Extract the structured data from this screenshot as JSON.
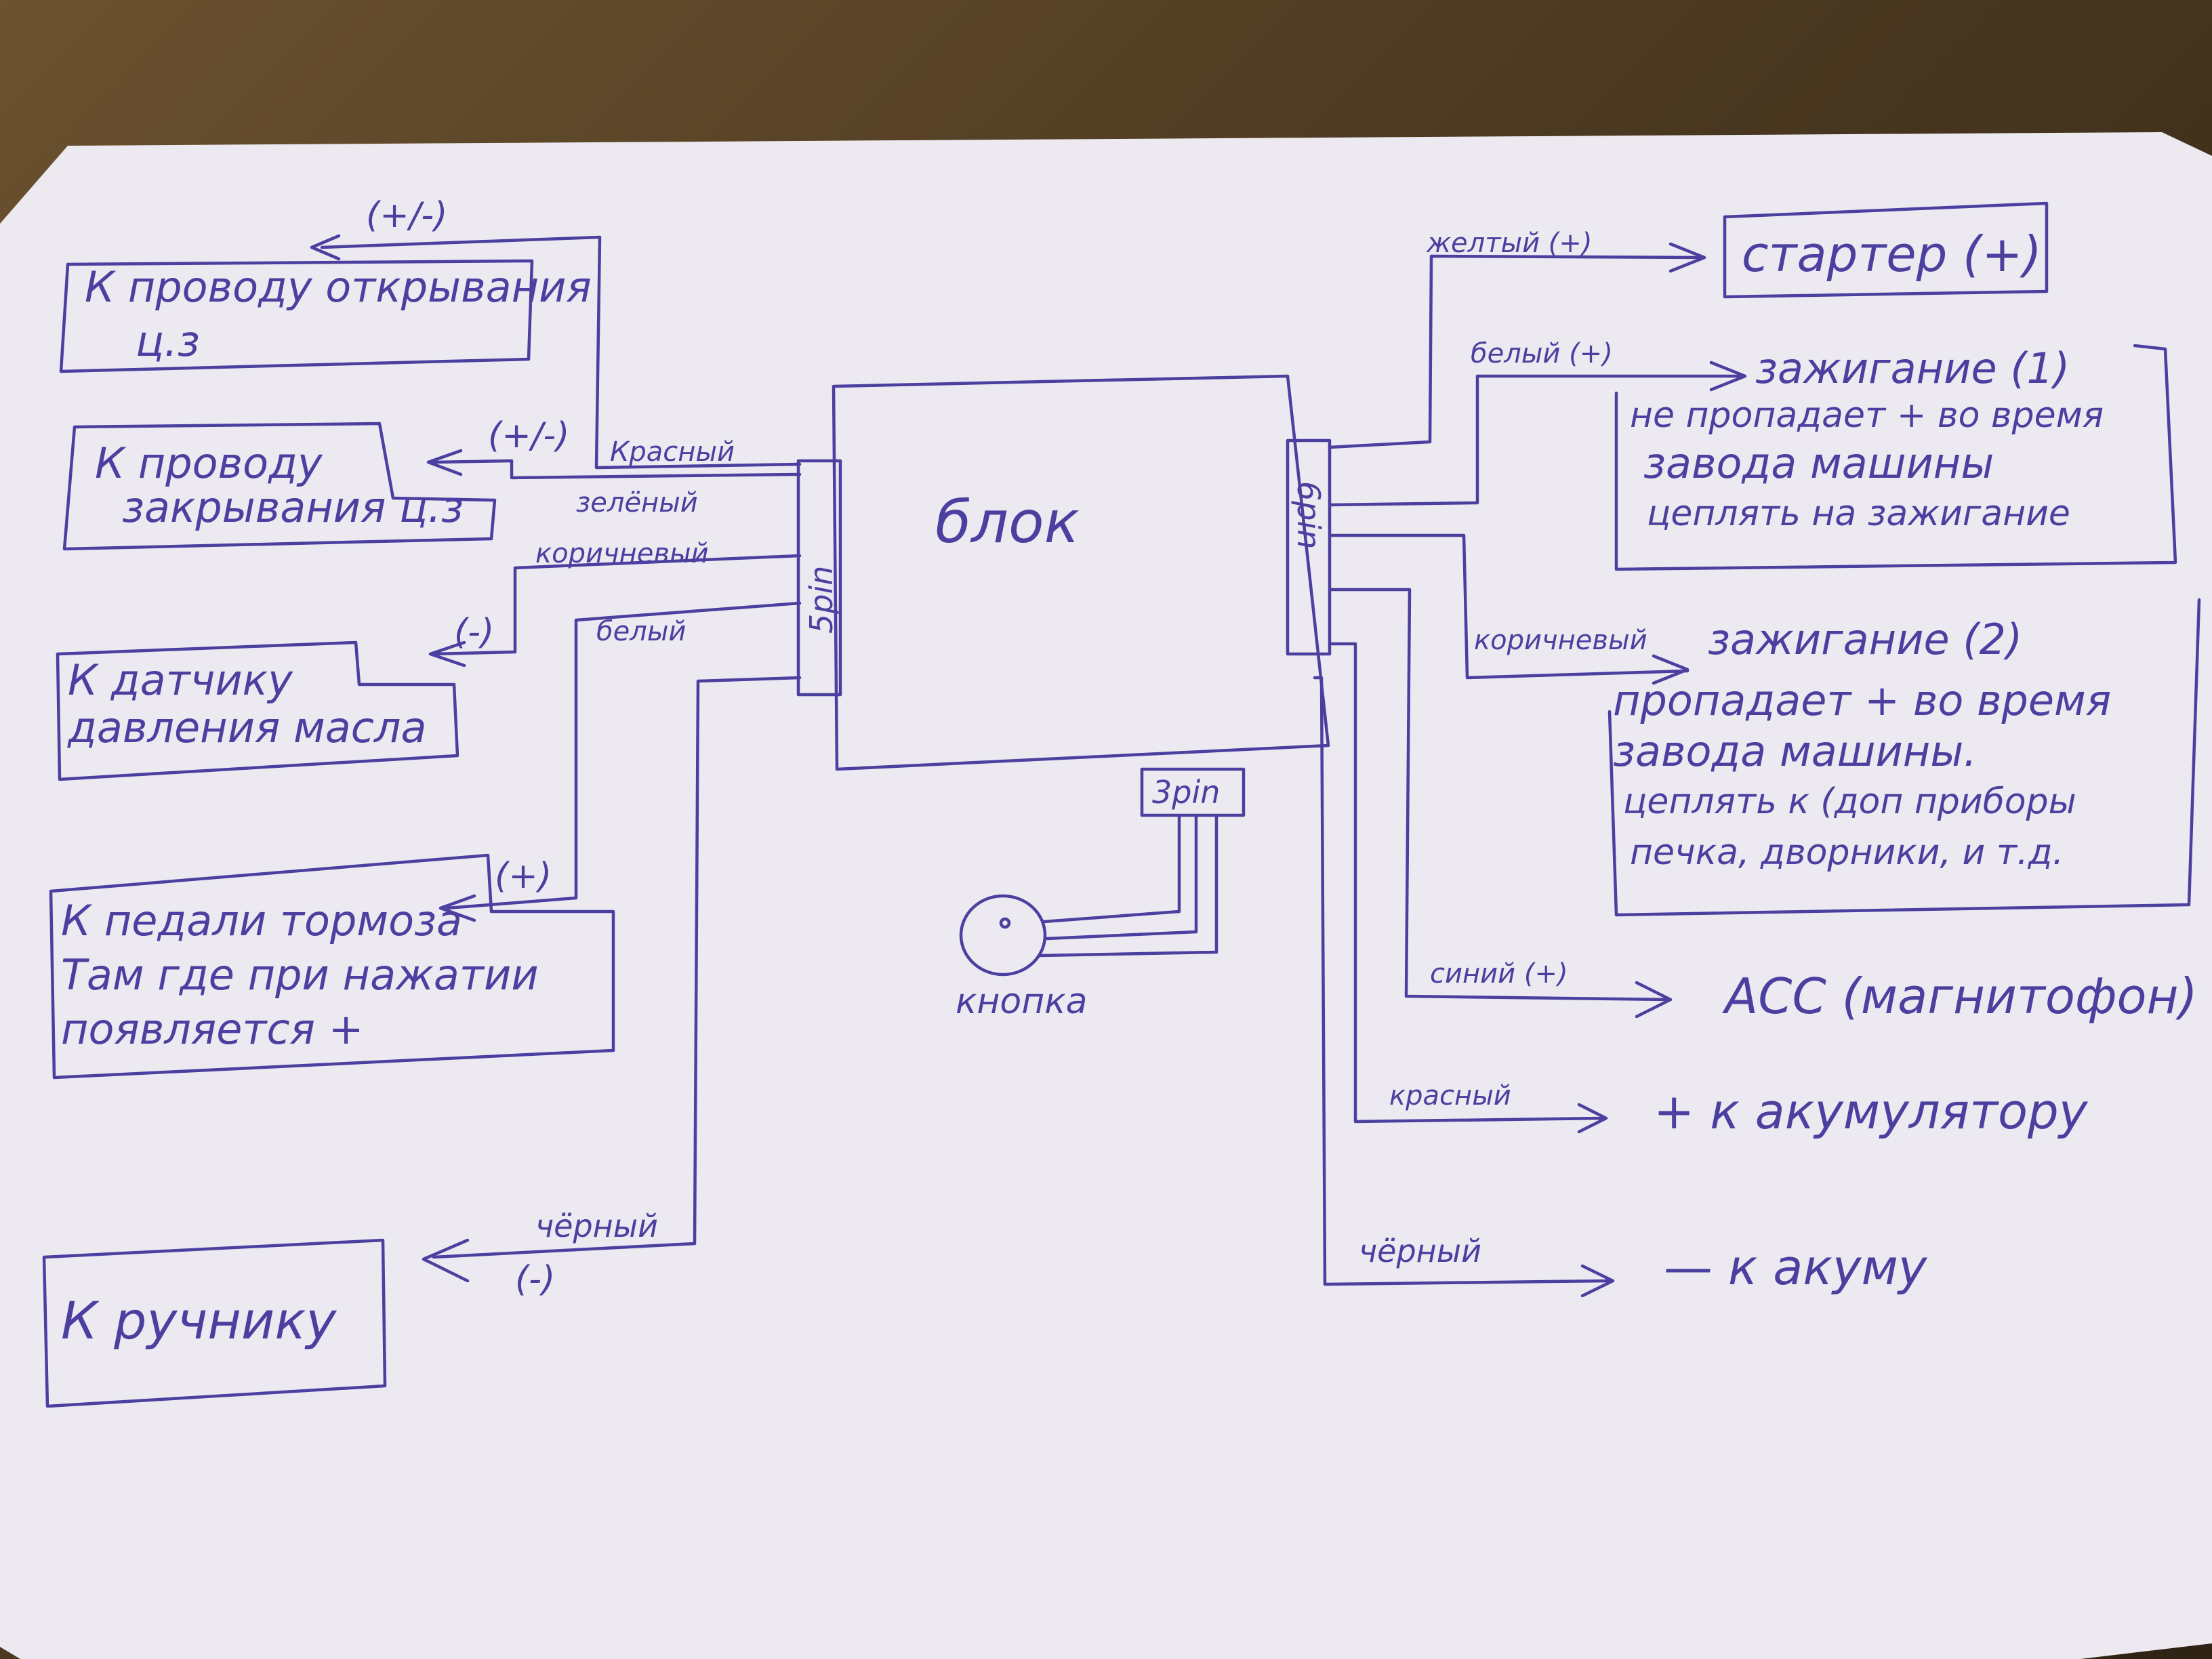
{
  "diagram": {
    "block": "блок",
    "connectors": {
      "left": "5pin",
      "right": "6pin",
      "bottom": "3pin"
    },
    "button": "кнопка",
    "left_side": [
      {
        "target_lines": [
          "К проводу открывания",
          "ц.з"
        ],
        "polarity": "(+/-)",
        "wire": "Красный"
      },
      {
        "target_lines": [
          "К проводу",
          "закрывания ц.з"
        ],
        "polarity": "(+/-)",
        "wire": "зелёный"
      },
      {
        "target_lines": [
          "К датчику",
          "давления масла"
        ],
        "polarity": "(-)",
        "wire": "коричневый"
      },
      {
        "target_lines": [
          "К педали тормоза",
          "Там где при нажатии",
          "появляется +"
        ],
        "polarity": "(+)",
        "wire": "белый"
      },
      {
        "target_lines": [
          "К ручнику"
        ],
        "polarity": "(-)",
        "wire": "чёрный"
      }
    ],
    "right_side": [
      {
        "wire": "желтый (+)",
        "target_lines": [
          "стартер (+)"
        ]
      },
      {
        "wire": "белый (+)",
        "target_lines": [
          "зажигание (1)",
          "не пропадает + во время",
          "завода машины",
          "цеплять на зажигание"
        ]
      },
      {
        "wire": "коричневый",
        "target_lines": [
          "зажигание (2)",
          "пропадает + во время",
          "завода машины.",
          "цеплять к (доп приборы",
          "печка, дворники, и т.д."
        ]
      },
      {
        "wire": "синий (+)",
        "target_lines": [
          "ACC (магнитофон)"
        ]
      },
      {
        "wire": "красный",
        "target_lines": [
          "+ к акумулятору"
        ]
      },
      {
        "wire": "чёрный",
        "target_lines": [
          "— к акуму"
        ]
      }
    ]
  },
  "colors": {
    "ink": "#4b3fa0",
    "paper": "#eceaf0",
    "table": "#5a4428"
  }
}
